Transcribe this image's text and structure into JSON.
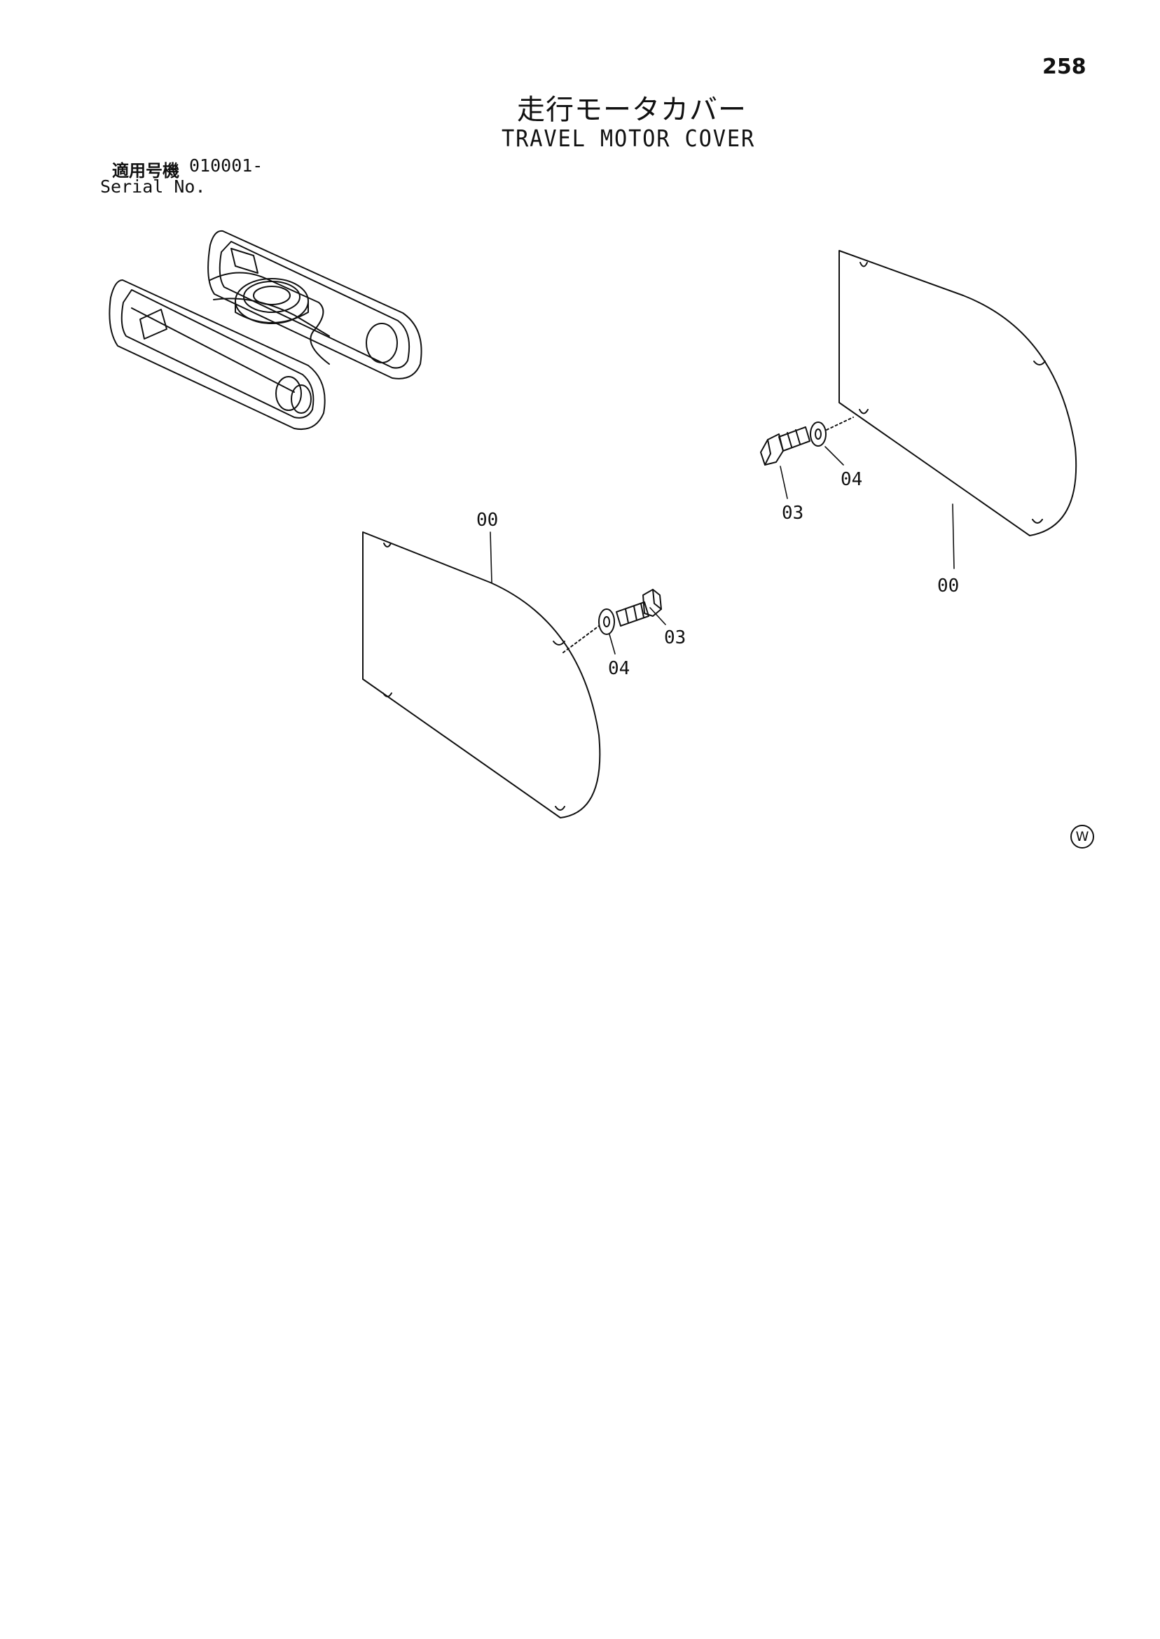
{
  "page": {
    "number": "258",
    "title_jp": "走行モータカバー",
    "title_en": "TRAVEL MOTOR COVER",
    "serial_label_jp": "適用号機",
    "serial_value": "010001-",
    "serial_label_en": "Serial No."
  },
  "callouts": {
    "left_cover": "00",
    "right_cover": "00",
    "left_bolt": "03",
    "left_washer": "04",
    "right_bolt": "03",
    "right_washer": "04"
  },
  "mark": "W",
  "colors": {
    "ink": "#111111",
    "paper": "#ffffff"
  }
}
